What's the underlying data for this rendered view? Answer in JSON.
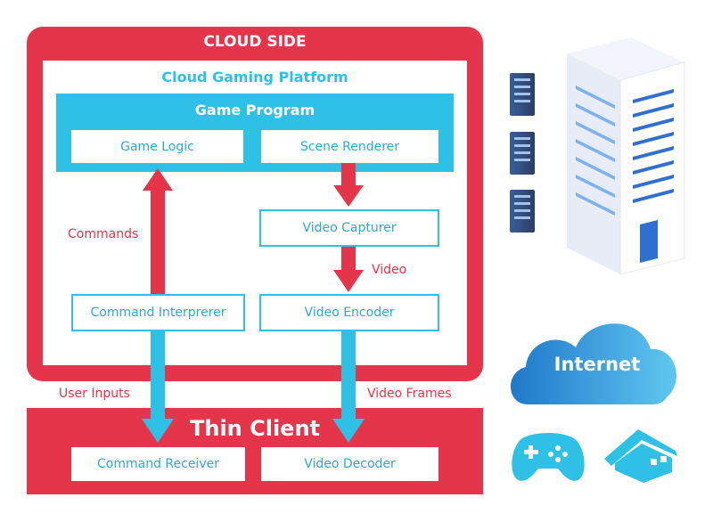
{
  "cloud_side": {
    "title": "CLOUD SIDE"
  },
  "platform": {
    "title": "Cloud Gaming Platform"
  },
  "game_program": {
    "title": "Game Program",
    "game_logic": "Game Logic",
    "scene_renderer": "Scene Renderer"
  },
  "components": {
    "video_capturer": "Video Capturer",
    "video_encoder": "Video Encoder",
    "command_interpreter": "Command Interprerer"
  },
  "labels": {
    "commands": "Commands",
    "video": "Video",
    "user_inputs": "User Inputs",
    "video_frames": "Video Frames"
  },
  "thin_client": {
    "title": "Thin Client",
    "command_receiver": "Command Receiver",
    "video_decoder": "Video Decoder"
  },
  "internet": {
    "label": "Internet"
  },
  "colors": {
    "red": "#e5354a",
    "cyan": "#2fc0e6",
    "blue": "#1f78c9",
    "navy": "#2b3f63"
  }
}
